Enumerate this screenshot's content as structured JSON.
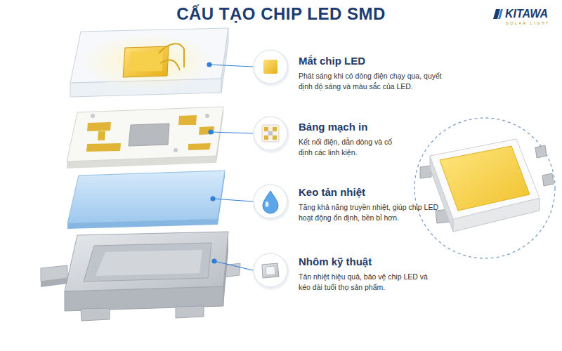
{
  "diagram": {
    "title": "CẤU TẠO CHIP LED SMD",
    "nodes": [
      {
        "text": [
          "Mắt chip LED",
          "Phát sáng khi có dòng điện chạy qua, quyết định độ sáng và màu sắc của LED."
        ]
      },
      {
        "text": [
          "Bảng mạch in",
          "Kết nối điện, dẫn dòng và cố định các linh kiện."
        ]
      },
      {
        "text": [
          "Keo tản nhiệt",
          "Tăng khả năng truyền nhiệt, giúp chip LED hoạt động ổn định, bền bỉ hơn."
        ]
      },
      {
        "text": [
          "Nhôm kỹ thuật",
          "Tản nhiệt hiệu quả, bảo vệ chip LED và kéo dài tuổi thọ sản phẩm."
        ]
      }
    ],
    "labels": [
      "KITAWA",
      "SOLAR LIGHT"
    ]
  }
}
